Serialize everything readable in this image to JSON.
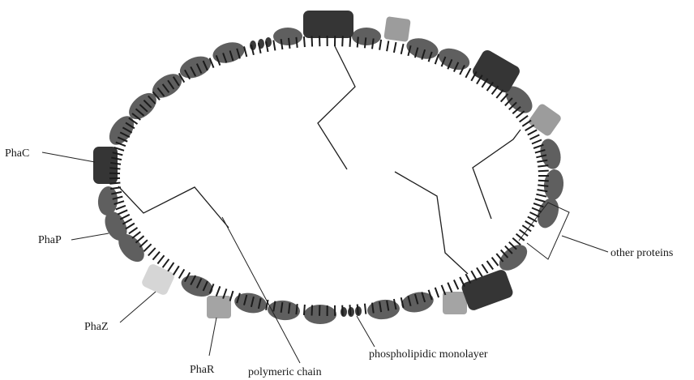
{
  "diagram": {
    "labels": {
      "phac": "PhaC",
      "phap": "PhaP",
      "phaz": "PhaZ",
      "phar": "PhaR",
      "polymer": "polymeric chain",
      "monolayer": "phospholipidic monolayer",
      "other": "other proteins"
    },
    "colors": {
      "phasin": "#5f5f5f",
      "phac": "#353535",
      "phaz": "#d6d6d6",
      "phar": "#a4a4a4",
      "other_protein": "#9c9c9c",
      "monolayer": "#1b1b1b"
    }
  }
}
